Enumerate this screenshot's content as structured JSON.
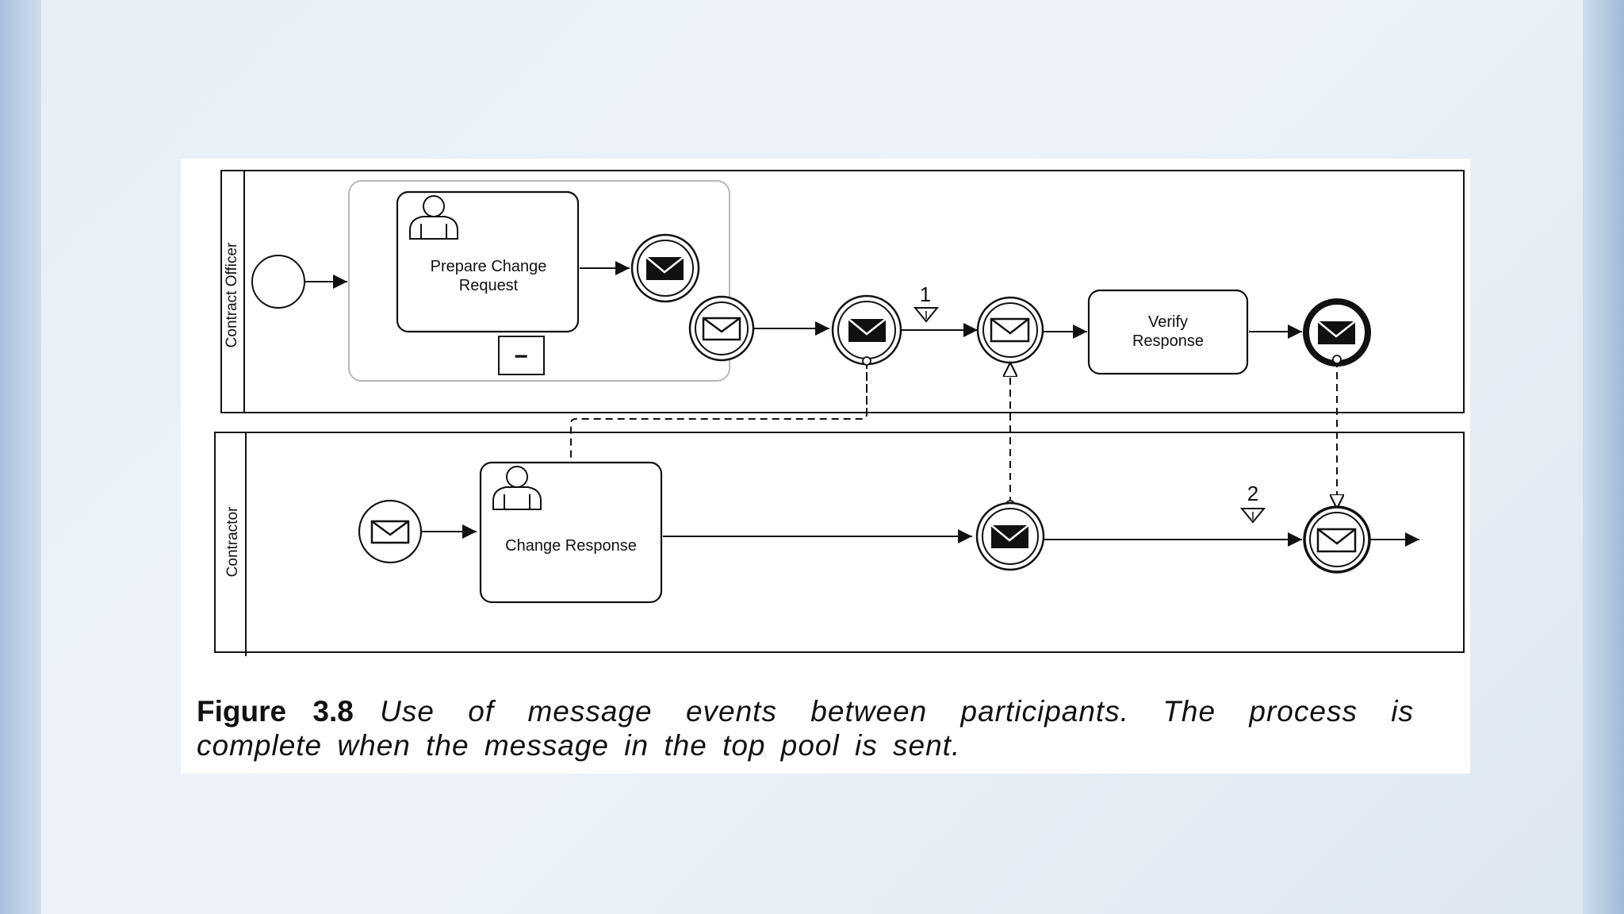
{
  "pools": {
    "top": {
      "name": "Contract Officer"
    },
    "bottom": {
      "name": "Contractor"
    }
  },
  "tasks": {
    "prepare_change_request": {
      "line1": "Prepare Change",
      "line2": "Request",
      "type": "user"
    },
    "verify_response": {
      "line1": "Verify",
      "line2": "Response",
      "type": "none"
    },
    "change_response": {
      "label": "Change Response",
      "type": "user"
    }
  },
  "subprocess": {
    "collapse_marker": "−"
  },
  "markers": {
    "one": "1",
    "two": "2"
  },
  "caption": {
    "figure_label": "Figure 3.8",
    "text_line1": "Use of message events between participants. The process is",
    "text_line2": "complete when the message in the top pool is sent."
  },
  "colors": {
    "stroke": "#111111",
    "subprocess_border": "#b8b8b8",
    "background_edge": "#a9c1dc"
  }
}
